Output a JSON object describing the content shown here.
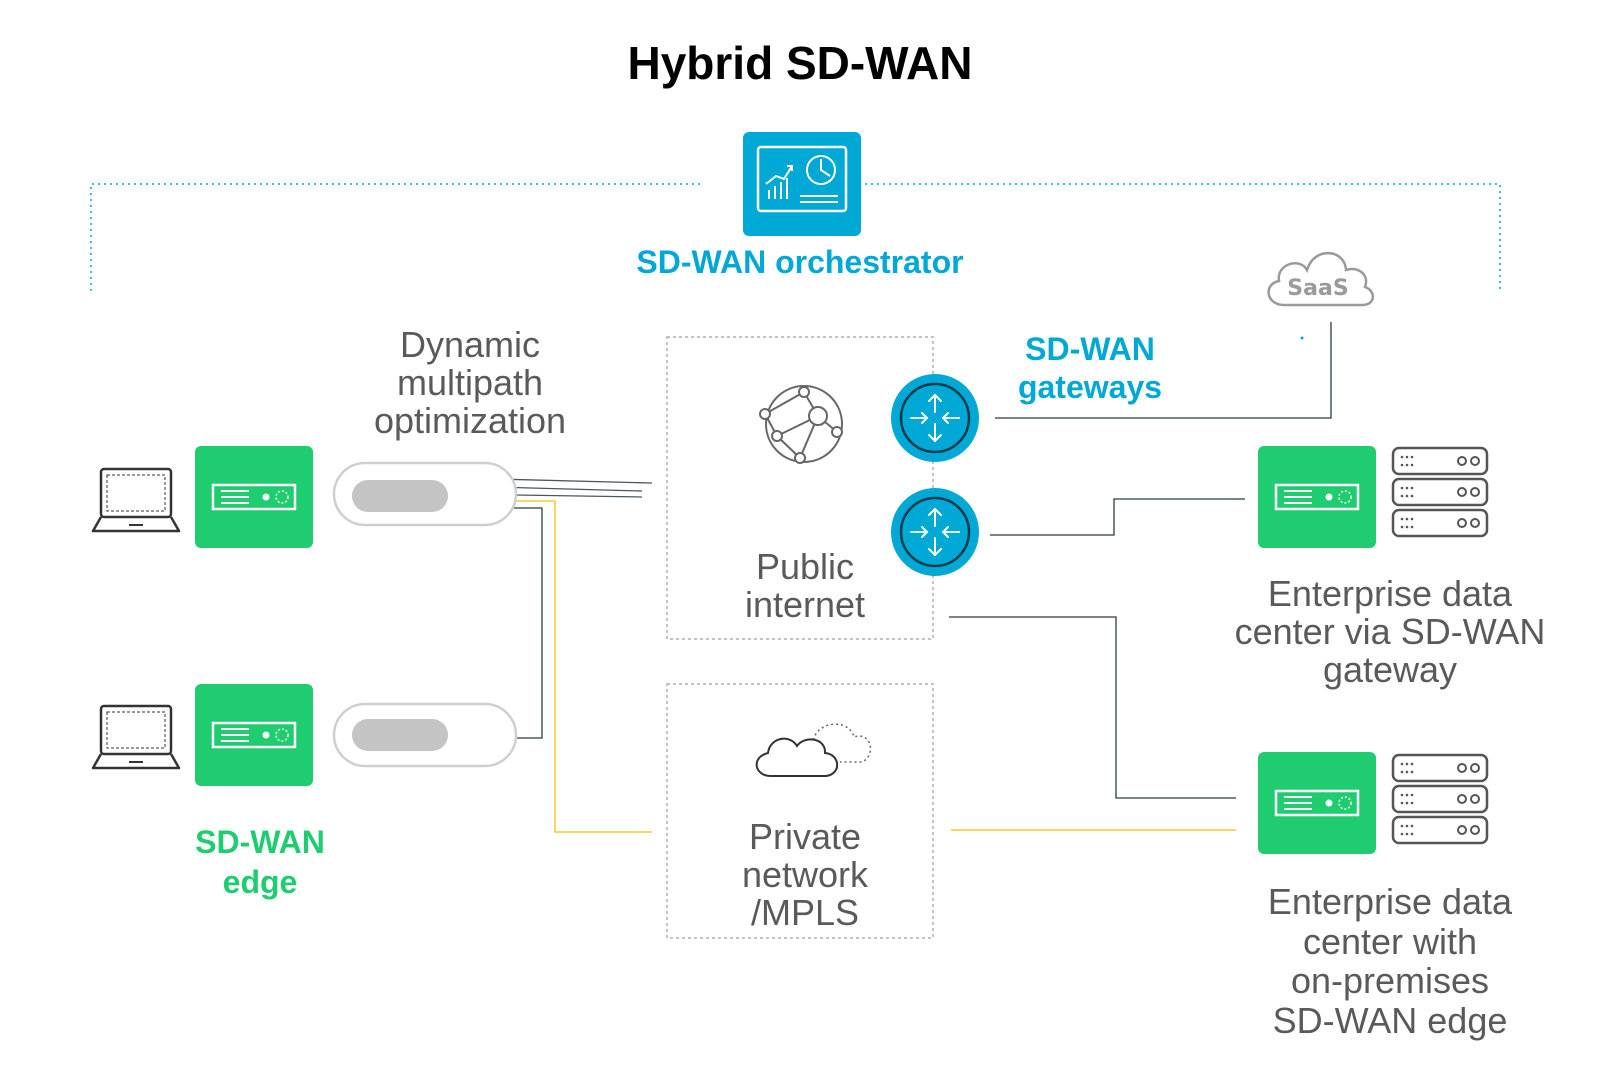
{
  "title": "Hybrid SD-WAN",
  "orchestrator": {
    "label": "SD-WAN orchestrator",
    "icon": "dashboard-icon"
  },
  "gateways": {
    "label_line1": "SD-WAN",
    "label_line2": "gateways",
    "icon": "router-icon"
  },
  "saas": {
    "label": "SaaS",
    "icon": "cloud-icon"
  },
  "optimization": {
    "line1": "Dynamic",
    "line2": "multipath",
    "line3": "optimization"
  },
  "public_internet": {
    "line1": "Public",
    "line2": "internet",
    "icon": "network-globe-icon"
  },
  "private_network": {
    "line1": "Private",
    "line2": "network",
    "line3": "/MPLS",
    "icon": "cloud-icon"
  },
  "edge": {
    "line1": "SD-WAN",
    "line2": "edge",
    "icon": "edge-appliance-icon"
  },
  "datacenter_gateway": {
    "line1": "Enterprise data",
    "line2": "center via SD-WAN",
    "line3": "gateway",
    "icon": "server-rack-icon"
  },
  "datacenter_onprem": {
    "line1": "Enterprise data",
    "line2": "center with",
    "line3": "on-premises",
    "line4": "SD-WAN edge",
    "icon": "server-rack-icon"
  },
  "colors": {
    "orchestrator": "#00a8d6",
    "edge": "#1fcc6f",
    "mpls_line": "#f2c200",
    "dark_line": "#2f3a45",
    "grey_text": "#5a5a5a"
  }
}
